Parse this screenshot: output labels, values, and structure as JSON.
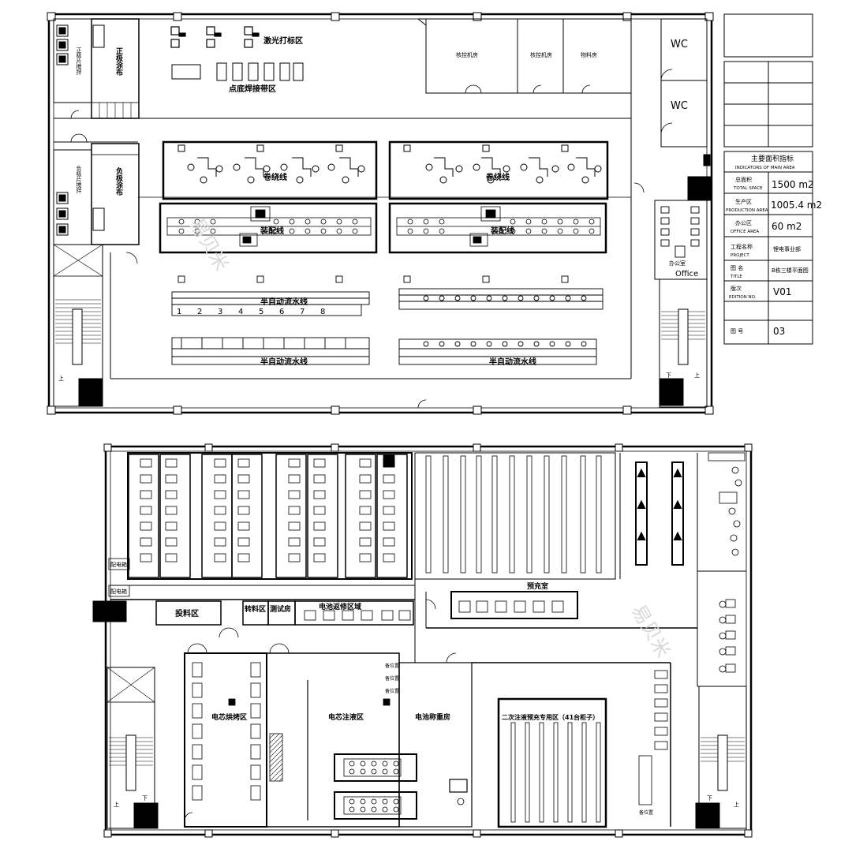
{
  "top_plan": {
    "wc_1": "WC",
    "wc_2": "WC",
    "office_cn": "办公室",
    "office_en": "Office",
    "laser_marking": "激光打标区",
    "spot_weld_belt": "点底焊接带区",
    "room_1": "核控机房",
    "room_2": "核控机房",
    "room_3": "物料房",
    "pos_sheet_mix": "正极片搅拌",
    "pos_coating": "正极涂布",
    "neg_sheet_mix": "负极片搅拌",
    "neg_coating": "负极涂布",
    "winding_line_1": "卷绕线",
    "winding_line_2": "卷绕线",
    "assembly_line_1": "装配线",
    "assembly_line_2": "装配线",
    "semi_auto_line_1": "半自动流水线",
    "semi_auto_line_2": "半自动流水线",
    "stair_up_1": "上",
    "stair_down_1": "下",
    "stair_up_2": "上",
    "seat_numbers": [
      "1",
      "2",
      "3",
      "4",
      "5",
      "6",
      "7",
      "8"
    ]
  },
  "title_block": {
    "area_title_cn": "主要面积指标",
    "area_title_en": "INDICATORS OF MAIN AREA",
    "total_cn": "总面积",
    "total_en": "TOTAL SPACE",
    "total_val": "1500 m2",
    "prod_cn": "生产区",
    "prod_en": "PRODUCTION AREA",
    "prod_val": "1005.4 m2",
    "office_cn": "办公区",
    "office_en": "OFFICE AREA",
    "office_val": "60 m2",
    "project_cn": "工程名称",
    "project_en": "PROJECT",
    "project_val": "锂电事业部",
    "title_cn": "图 名",
    "title_en": "TITLE",
    "title_val": "B栋三楼平面图",
    "edition_cn": "版次",
    "edition_en": "EDITION NO.",
    "edition_val": "V01",
    "drawing_no_cn": "图 号",
    "drawing_no_val": "03"
  },
  "bottom_plan": {
    "distribution_1": "配电箱",
    "distribution_2": "配电箱",
    "feeding_area": "投料区",
    "transfer_area": "转料区",
    "test_room": "测试房",
    "battery_repair": "电池返修区域",
    "precharge_room": "预充室",
    "cell_baking": "电芯烘烤区",
    "cell_injection": "电芯注液区",
    "battery_weighing": "电池称重房",
    "second_injection": "二次注液预充专用区（41台柜子）",
    "reserved_1": "备位置",
    "reserved_2": "备位置",
    "reserved_3": "备位置",
    "reserved_4": "备位置",
    "stair_up_1": "上",
    "stair_down_1": "下",
    "stair_up_2": "上",
    "stair_down_2": "下"
  },
  "watermark": "易贝米"
}
